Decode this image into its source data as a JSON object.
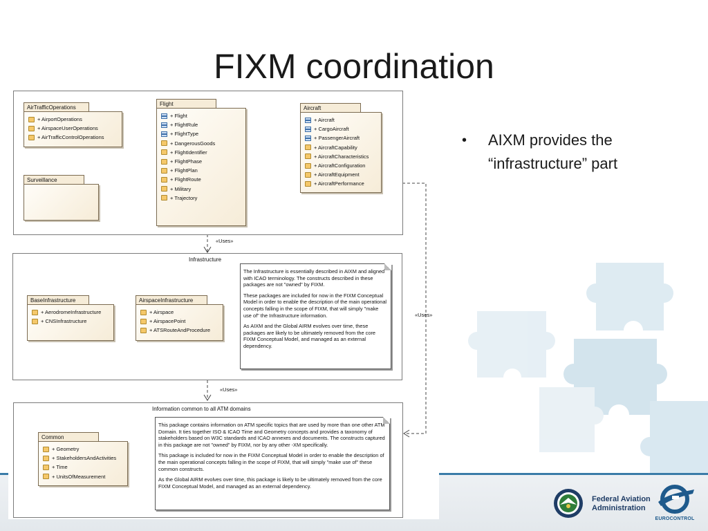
{
  "slide": {
    "title": "FIXM coordination"
  },
  "bullet": {
    "text": "AIXM provides the “infrastructure” part"
  },
  "diagram": {
    "top_frame": {
      "packages": {
        "air_traffic_operations": {
          "name": "AirTrafficOperations",
          "items": [
            "+ AirportOperations",
            "+ AirspaceUserOperations",
            "+ AirTrafficControlOperations"
          ]
        },
        "surveillance": {
          "name": "Surveillance"
        },
        "flight": {
          "name": "Flight",
          "items": [
            "+ Flight",
            "+ FlightRule",
            "+ FlightType",
            "+ DangerousGoods",
            "+ FlightIdentifier",
            "+ FlightPhase",
            "+ FlightPlan",
            "+ FlightRoute",
            "+ Military",
            "+ Trajectory"
          ]
        },
        "aircraft": {
          "name": "Aircraft",
          "items": [
            "+ Aircraft",
            "+ CargoAircraft",
            "+ PassengerAircraft",
            "+ AircraftCapability",
            "+ AircraftCharacteristics",
            "+ AircraftConfiguration",
            "+ AircraftEquipment",
            "+ AircraftPerformance"
          ]
        }
      }
    },
    "uses_label_1": "«Uses»",
    "uses_label_2": "«Uses»",
    "uses_label_3": "«Uses»",
    "infrastructure_frame": {
      "label": "Infrastructure",
      "packages": {
        "base": {
          "name": "BaseInfrastructure",
          "items": [
            "+ AerodromeInfrastructure",
            "+ CNSInfrastructure"
          ]
        },
        "airspace": {
          "name": "AirspaceInfrastructure",
          "items": [
            "+ Airspace",
            "+ AirspacePoint",
            "+ ATSRouteAndProcedure"
          ]
        }
      },
      "note": {
        "p1": "The Infrastructure is essentially described in AIXM and aligned with ICAO terminology. The constructs described in these packages are not \"owned\" by FIXM.",
        "p2": "These packages are included for now in the FIXM Conceptual Model in order to enable the description of the main operational concepts falling in the scope of FIXM, that will simply \"make use of\" the Infrastructure information.",
        "p3": "As AIXM and the Global AIRM evolves over time, these packages are likely to be ultimately removed from the core FIXM Conceptual Model, and managed as an external dependency."
      }
    },
    "common_frame": {
      "label": "Information common to all ATM domains",
      "packages": {
        "common": {
          "name": "Common",
          "items": [
            "+ Geometry",
            "+ StakeholdersAndActivities",
            "+ Time",
            "+ UnitsOfMeasurement"
          ]
        }
      },
      "note": {
        "p1": "This package contains information on ATM specific topics that are used by more than one other ATM Domain. It ties together ISO & ICAO Time and Geometry concepts and provides a taxonomy of stakeholders based on W3C standards and ICAO annexes and documents. The constructs captured in this package are not \"owned\" by FIXM, nor by any other -XM specifically.",
        "p2": "This package is included for now in the FIXM Conceptual Model in order to enable the description of the main operational concepts falling in the scope of FIXM, that will simply \"make use of\" these common constructs.",
        "p3": "As the Global AIRM evolves over time, this package is likely to be ultimately removed from the core FIXM Conceptual Model, and managed as an external dependency."
      }
    }
  },
  "logos": {
    "faa": {
      "line1": "Federal Aviation",
      "line2": "Administration"
    },
    "eurocontrol": {
      "wordmark": "EUROCONTROL"
    }
  },
  "colors": {
    "accent_blue": "#3a7ca8",
    "package_fill": "#f6ecd8",
    "faa_navy": "#1f3d66"
  }
}
